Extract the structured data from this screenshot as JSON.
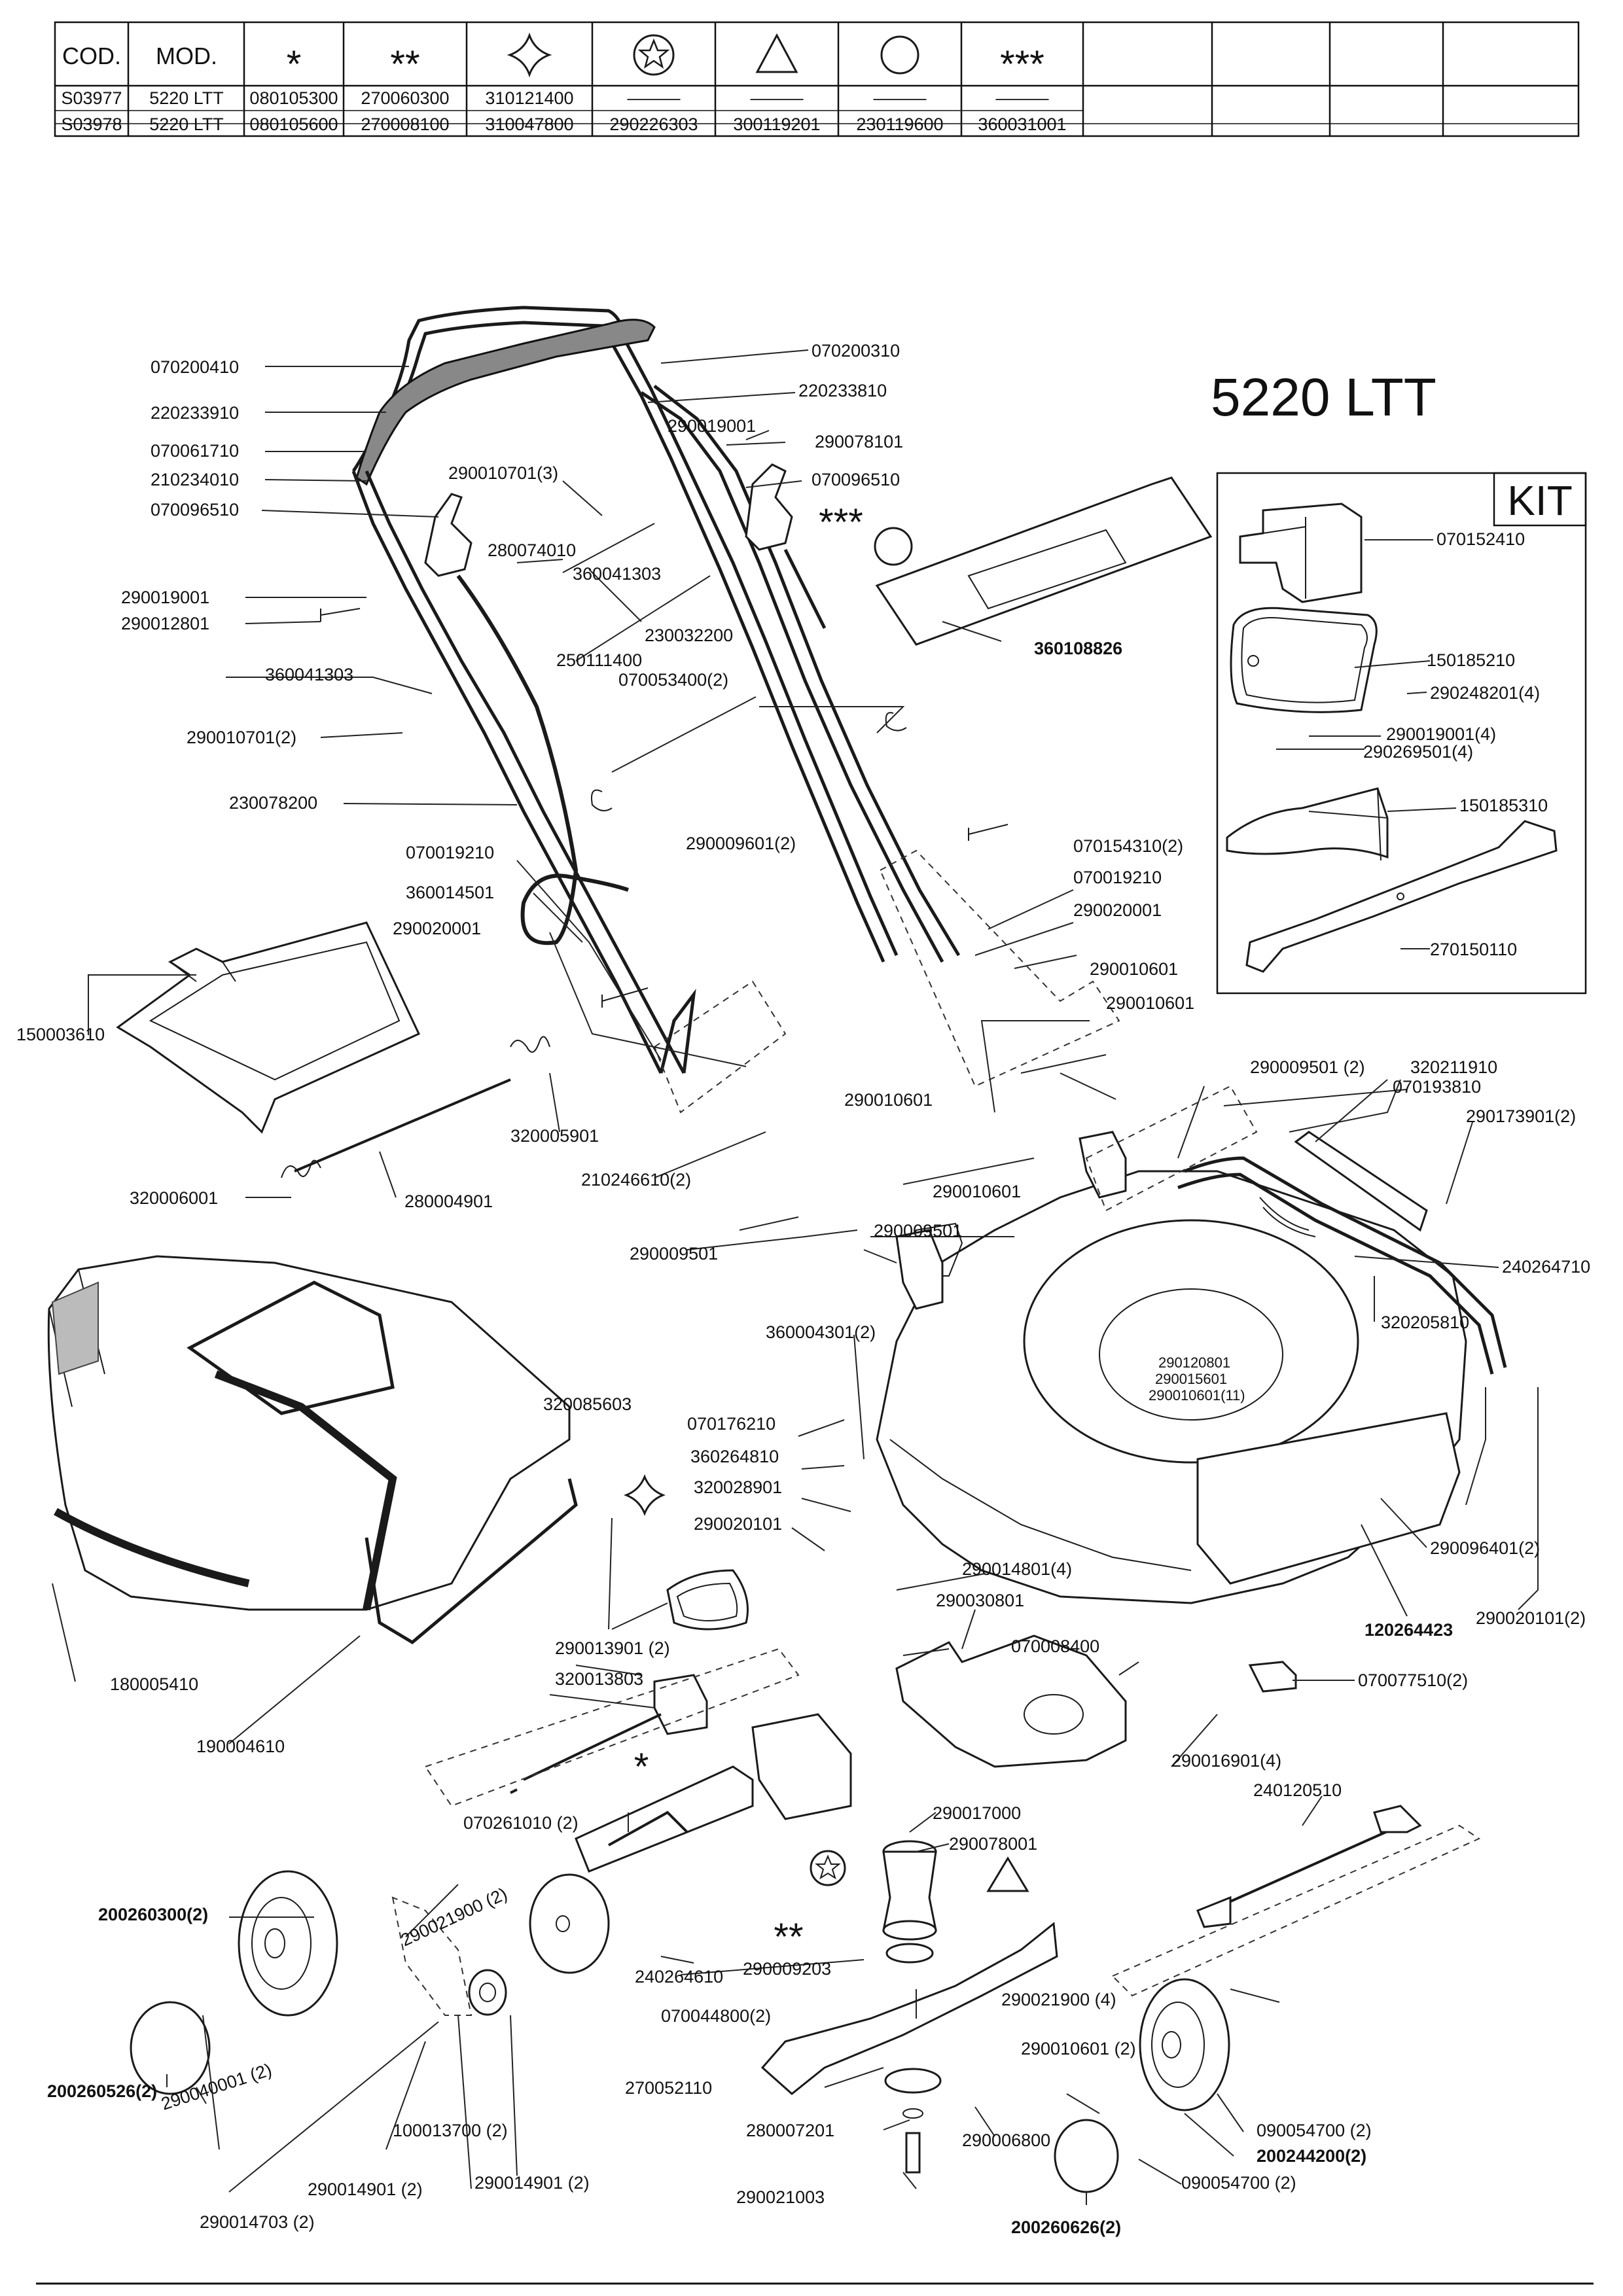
{
  "table": {
    "headers": [
      "COD.",
      "MOD.",
      "*",
      "**",
      "",
      "",
      "",
      "",
      "***"
    ],
    "header_icons": [
      "",
      "",
      "",
      "",
      "four-point-star-icon",
      "circled-star-icon",
      "triangle-icon",
      "circle-icon",
      ""
    ],
    "rows": [
      [
        "S03977",
        "5220 LTT",
        "080105300",
        "270060300",
        "310121400",
        "———",
        "———",
        "———",
        "———"
      ],
      [
        "S03978",
        "5220 LTT",
        "080105600",
        "270008100",
        "310047800",
        "290226303",
        "300119201",
        "230119600",
        "360031001"
      ]
    ]
  },
  "diagram": {
    "model_title": "5220 LTT",
    "kit_label": "KIT",
    "symbols": {
      "single_star": "*",
      "double_star": "**",
      "triple_star": "***"
    },
    "labels": [
      "070200410",
      "220233910",
      "070061710",
      "210234010",
      "070096510",
      "290019001",
      "290012801",
      "360041303",
      "290010701(2)",
      "230078200",
      "070019210",
      "360014501",
      "290020001",
      "150003610",
      "320006001",
      "280004901",
      "320005901",
      "210246610(2)",
      "290009501",
      "070200310",
      "220233810",
      "290019001",
      "290078101",
      "070096510",
      "290010701(3)",
      "280074010",
      "360041303",
      "250111400",
      "230032200",
      "070053400(2)",
      "290009601(2)",
      "360108826",
      "070154310(2)",
      "070019210",
      "290020001",
      "290010601",
      "290010601",
      "290010601",
      "290010601",
      "290009501",
      "290009501 (2)",
      "320211910",
      "070193810",
      "290173901(2)",
      "240264710",
      "320205810",
      "290120801",
      "290015601",
      "290010601(11)",
      "360004301(2)",
      "290096401(2)",
      "120264423",
      "290020101(2)",
      "320085603",
      "070176210",
      "360264810",
      "320028901",
      "290020101",
      "290014801(4)",
      "290030801",
      "070008400",
      "070077510(2)",
      "290016901(4)",
      "240120510",
      "180005410",
      "190004610",
      "290013901 (2)",
      "320013803",
      "070261010 (2)",
      "290017000",
      "290078001",
      "200260300(2)",
      "290021900 (2)",
      "240264610",
      "290009203",
      "070044800(2)",
      "200260526(2)",
      "290040001 (2)",
      "270052110",
      "290021900 (4)",
      "290010601 (2)",
      "100013700 (2)",
      "280007201",
      "290006800",
      "090054700 (2)",
      "200244200(2)",
      "090054700 (2)",
      "290014901 (2)",
      "290014901 (2)",
      "290021003",
      "290014703 (2)",
      "200260626(2)",
      "070152410",
      "150185210",
      "290248201(4)",
      "290019001(4)",
      "290269501(4)",
      "150185310",
      "270150110"
    ]
  }
}
